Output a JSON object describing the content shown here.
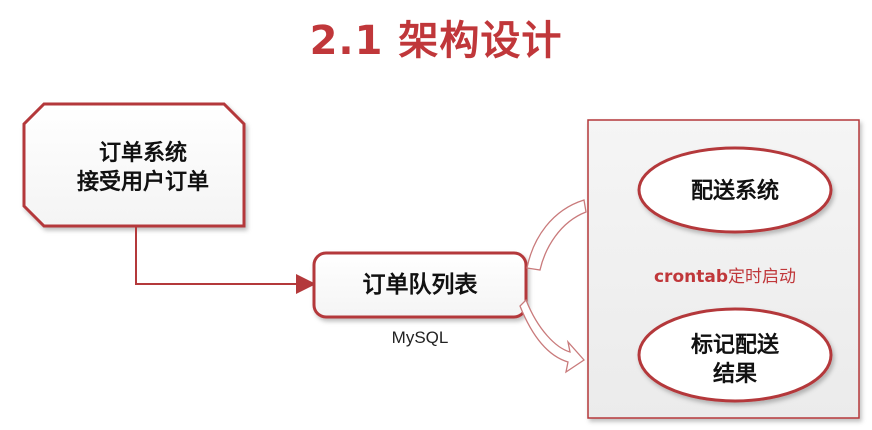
{
  "title": "2.1 架构设计",
  "nodes": {
    "order_system": {
      "line1": "订单系统",
      "line2": "接受用户订单"
    },
    "order_queue": {
      "label": "订单队列表",
      "sub_label": "MySQL"
    },
    "dispatch_system": {
      "label": "配送系统"
    },
    "crontab": {
      "command": "crontab",
      "text": "定时启动"
    },
    "mark_result": {
      "line1": "标记配送",
      "line2": "结果"
    }
  },
  "colors": {
    "accent": "#c0373a",
    "stroke": "#b4393b",
    "panel_bg": "#f2f2f2"
  }
}
